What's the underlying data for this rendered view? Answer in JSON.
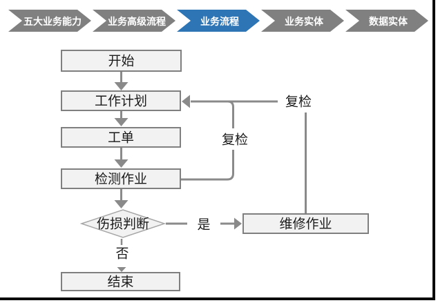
{
  "breadcrumb": {
    "items": [
      {
        "label": "五大业务能力",
        "active": false
      },
      {
        "label": "业务高级流程",
        "active": false
      },
      {
        "label": "业务流程",
        "active": true
      },
      {
        "label": "业务实体",
        "active": false
      },
      {
        "label": "数据实体",
        "active": false
      }
    ]
  },
  "flowchart": {
    "nodes": {
      "start": "开始",
      "work_plan": "工作计划",
      "work_order": "工单",
      "inspection": "检测作业",
      "damage_decision": "伤损判断",
      "repair": "维修作业",
      "end": "结束"
    },
    "edge_labels": {
      "recheck_inner": "复检",
      "recheck_outer": "复检",
      "yes": "是",
      "no": "否"
    }
  },
  "colors": {
    "chevron_inactive": "#808080",
    "chevron_active": "#2E75B6",
    "chevron_text": "#FFFFFF",
    "node_fill": "#F2F2F2",
    "node_border": "#7F7F7F",
    "diamond_border": "#A6A6A6",
    "connector": "#8A8A8A",
    "text": "#1A1A1A",
    "edge_plate": "#FFFFFF",
    "slide_border": "#0A0A0A"
  }
}
